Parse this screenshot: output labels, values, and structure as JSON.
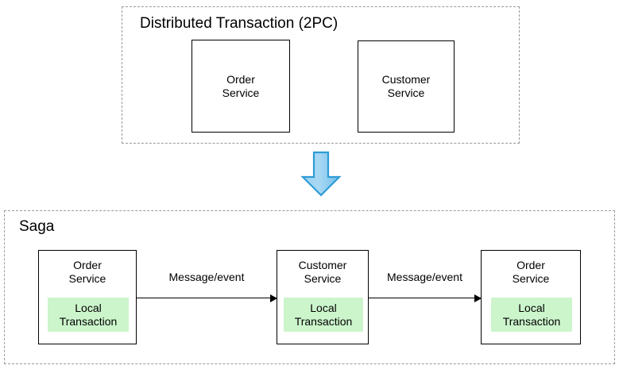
{
  "diagram": {
    "title_2pc": "Distributed Transaction (2PC)",
    "title_saga": "Saga",
    "colors": {
      "local_transaction_fill": "#ccf5cc",
      "arrow_fill_light": "#a9d9f2",
      "arrow_fill_dark": "#7ec4ec",
      "arrow_stroke": "#2f9bd7",
      "box_stroke": "#000000",
      "group_stroke": "#9a9a9a",
      "background": "#ffffff"
    },
    "two_pc": {
      "services": [
        {
          "label": "Order\nService"
        },
        {
          "label": "Customer\nService"
        }
      ]
    },
    "transition": {
      "icon": "down-arrow-icon"
    },
    "saga": {
      "services": [
        {
          "label": "Order\nService",
          "inner_label": "Local\nTransaction"
        },
        {
          "label": "Customer\nService",
          "inner_label": "Local\nTransaction"
        },
        {
          "label": "Order\nService",
          "inner_label": "Local\nTransaction"
        }
      ],
      "connectors": [
        {
          "label": "Message/event"
        },
        {
          "label": "Message/event"
        }
      ]
    }
  }
}
